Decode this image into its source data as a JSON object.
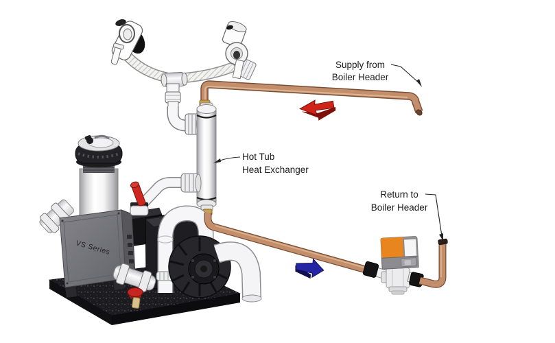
{
  "annotations": {
    "supply": {
      "line1": "Supply from",
      "line2": "Boiler Header"
    },
    "heat_exchanger": {
      "line1": "Hot Tub",
      "line2": "Heat Exchanger"
    },
    "return": {
      "line1": "Return to",
      "line2": "Boiler Header"
    }
  },
  "equipment": {
    "pump_controller_text": "VS Series"
  },
  "colors": {
    "background": "#ffffff",
    "copper": "#c28e6b",
    "copper_dark": "#7a4f35",
    "supply_arrow": "#cf2318",
    "return_arrow": "#2525a4",
    "actuator_orange": "#e8851f",
    "label_text": "#1b1b1b",
    "leader_line": "#222222"
  }
}
